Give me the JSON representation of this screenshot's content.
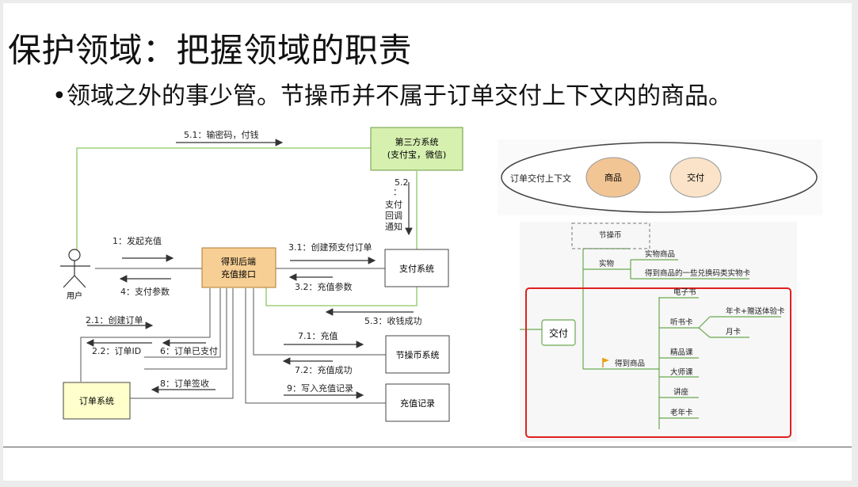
{
  "title": "保护领域：把握领域的职责",
  "bullet": "领域之外的事少管。节操币并不属于订单交付上下文内的商品。",
  "flow": {
    "nodes": {
      "third_party_line1": "第三方系统",
      "third_party_line2": "(支付宝，微信)",
      "backend_line1": "得到后端",
      "backend_line2": "充值接口",
      "payment_system": "支付系统",
      "coin_system": "节操币系统",
      "order_system": "订单系统",
      "recharge_record": "充值记录",
      "user": "用户"
    },
    "messages": {
      "m5_1": "5.1：输密码，付钱",
      "m5_2_a": "5.2",
      "m5_2_b": "：",
      "m5_2_c": "支付",
      "m5_2_d": "回调",
      "m5_2_e": "通知",
      "m1": "1：发起充值",
      "m4": "4：支付参数",
      "m3_1": "3.1：创建预支付订单",
      "m3_2": "3.2：充值参数",
      "m5_3": "5.3：收钱成功",
      "m2_1": "2.1：创建订单",
      "m2_2": "2.2：订单ID",
      "m6": "6：订单已支付",
      "m7_1": "7.1：充值",
      "m7_2": "7.2：充值成功",
      "m8": "8：订单签收",
      "m9": "9：写入充值记录"
    }
  },
  "context": {
    "label": "订单交付上下文",
    "goods": "商品",
    "delivery": "交付"
  },
  "mindmap": {
    "root": "交付",
    "coin": "节操币",
    "physical": "实物",
    "physical_goods": "实物商品",
    "exchange_card": "得到商品的一些兑换码类实物卡",
    "get_goods": "得到商品",
    "ebook": "电子书",
    "audiobook": "听书卡",
    "year_card": "年卡+赠送体验卡",
    "month_card": "月卡",
    "premium_course": "精品课",
    "master_course": "大师课",
    "lecture": "讲座",
    "elder_card": "老年卡"
  },
  "colors": {
    "third_party_fill": "#d6f0b0",
    "backend_fill": "#f7cf94",
    "order_fill": "#ffffcc",
    "green_line": "#8cc860",
    "goods_fill": "#f2c595",
    "delivery_fill": "#fae3c8",
    "mind_green": "#6aa84f",
    "highlight_red": "#e02020",
    "flag_orange": "#f0a000"
  }
}
